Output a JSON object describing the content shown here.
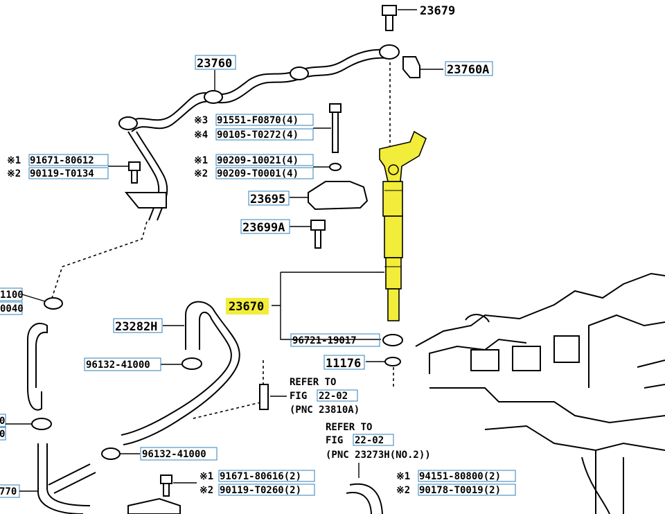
{
  "callouts": {
    "c23679": "23679",
    "c23760": "23760",
    "c23760A": "23760A",
    "c23695": "23695",
    "c23699A": "23699A",
    "c23670": "23670",
    "c23282H": "23282H",
    "c96721": "96721-19017",
    "c11176": "11176",
    "c96132a": "96132-41000",
    "c96132b": "96132-41000"
  },
  "bolt_group": {
    "m3": "※3",
    "p3": "91551-F0870(4)",
    "m4": "※4",
    "p4": "90105-T0272(4)"
  },
  "washer_group": {
    "m1": "※1",
    "p1": "90209-10021(4)",
    "m2": "※2",
    "p2": "90209-T0001(4)"
  },
  "left_group": {
    "m1": "※1",
    "p1": "91671-80612",
    "m2": "※2",
    "p2": "90119-T0134"
  },
  "bottom_group": {
    "m1": "※1",
    "p1": "91671-80616(2)",
    "m2": "※2",
    "p2": "90119-T0260(2)"
  },
  "right_group": {
    "m1": "※1",
    "p1": "94151-80800(2)",
    "m2": "※2",
    "p2": "90178-T0019(2)"
  },
  "refer1": {
    "line1": "REFER TO",
    "fig": "FIG",
    "fignum": "22-02",
    "pnc": "(PNC 23810A)"
  },
  "refer2": {
    "line1": "REFER TO",
    "fig": "FIG",
    "fignum": "22-02",
    "pnc": "(PNC 23273H(NO.2))"
  },
  "edge_left": {
    "e1": "1100",
    "e2": "0040",
    "e3": "0",
    "e4": "0",
    "e5": "770"
  },
  "colors": {
    "highlight": "#f2ec3a",
    "callout_box": "#2c7fb8"
  }
}
